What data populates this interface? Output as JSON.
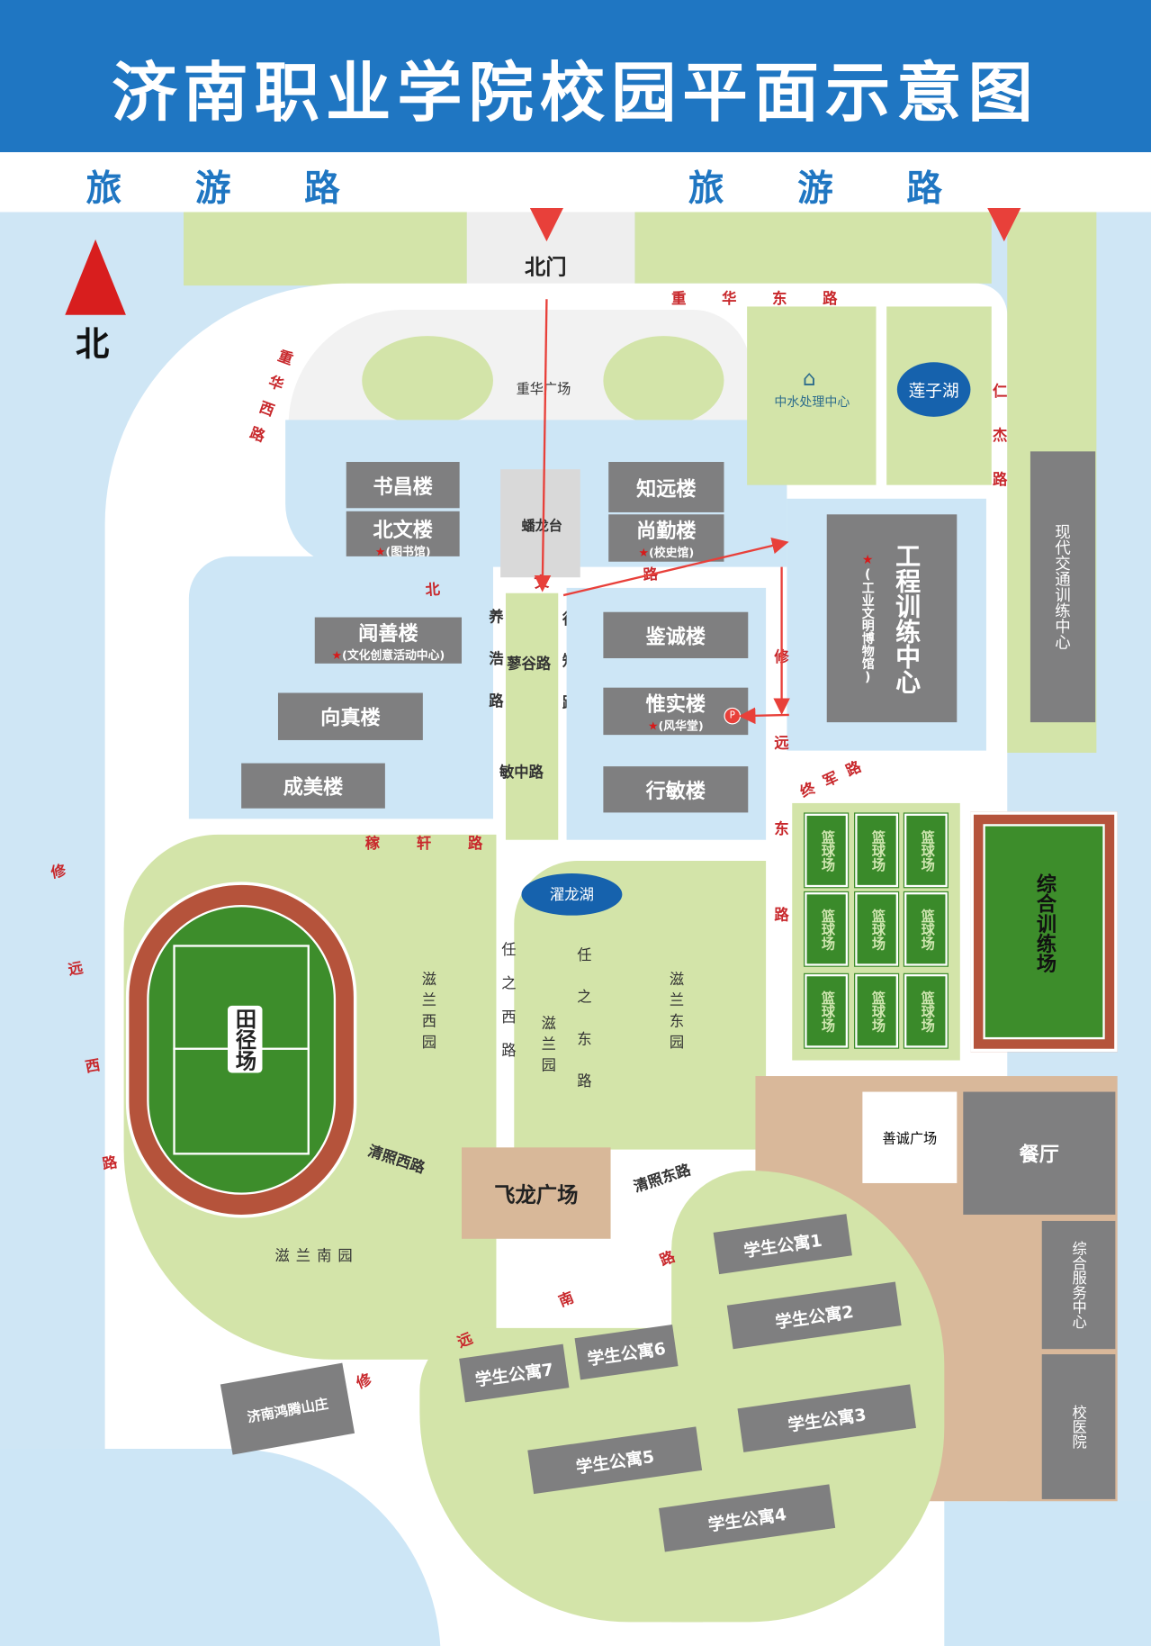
{
  "header": {
    "title": "济南职业学院校园平面示意图",
    "road_left": "旅游路",
    "road_right": "旅游路"
  },
  "compass": {
    "label": "北"
  },
  "gate": {
    "label": "北门"
  },
  "roads": {
    "chonghua_east": "重华东路",
    "chonghua_west": "重华西路",
    "renjie": "仁杰路",
    "beiwen": "北文路",
    "yanghao": "养浩路",
    "xingzhi": "行知路",
    "liaogu": "蓼谷路",
    "minzhong": "敏中路",
    "xiuyuan_east": "修远东路",
    "zhongjun": "终军路",
    "jiaxuan": "稼轩路",
    "xiuyuan_west": "修远西路",
    "renzhi_west": "任之西路",
    "renzhi_east": "任之东路",
    "qingzhao_west": "清照西路",
    "qingzhao_east": "清照东路",
    "xiuyuan_south": "修远南路"
  },
  "places": {
    "chonghua_square": "重华广场",
    "panlong": "蟠龙台",
    "water_center": "中水处理中心",
    "lianzi_lake": "莲子湖",
    "transport_center": "现代交通训练中心",
    "zhuolong_lake": "濯龙湖",
    "zilan_west": "滋兰西园",
    "zilan": "滋兰园",
    "zilan_east": "滋兰东园",
    "zilan_south": "滋兰南园",
    "feilong_square": "飞龙广场",
    "shancheng_square": "善诚广场",
    "canteen": "餐厅",
    "service_center": "综合服务中心",
    "clinic": "校医院",
    "hotel": "济南鸿腾山庄",
    "track": "田径场",
    "training_field": "综合训练场",
    "court": "篮球场"
  },
  "buildings": {
    "shuchang": "书昌楼",
    "beiwen": "北文楼",
    "beiwen_sub": "(图书馆)",
    "zhiyuan": "知远楼",
    "shangqin": "尚勤楼",
    "shangqin_sub": "(校史馆)",
    "wenshan": "闻善楼",
    "wenshan_sub": "(文化创意活动中心)",
    "xiangzhen": "向真楼",
    "chengmei": "成美楼",
    "jiancheng": "鉴诚楼",
    "weishi": "惟实楼",
    "weishi_sub": "(风华堂)",
    "xingmin": "行敏楼",
    "engineering": "工程训练中心",
    "engineering_sub": "(工业文明博物馆)"
  },
  "dorms": [
    "学生公寓1",
    "学生公寓2",
    "学生公寓3",
    "学生公寓4",
    "学生公寓5",
    "学生公寓6",
    "学生公寓7"
  ],
  "parking": "P",
  "colors": {
    "header": "#1f76c2",
    "green": "#d3e4a9",
    "water": "#cde6f6",
    "building": "#7f7f80",
    "route": "#e8403a",
    "brown": "#d9b89a"
  }
}
